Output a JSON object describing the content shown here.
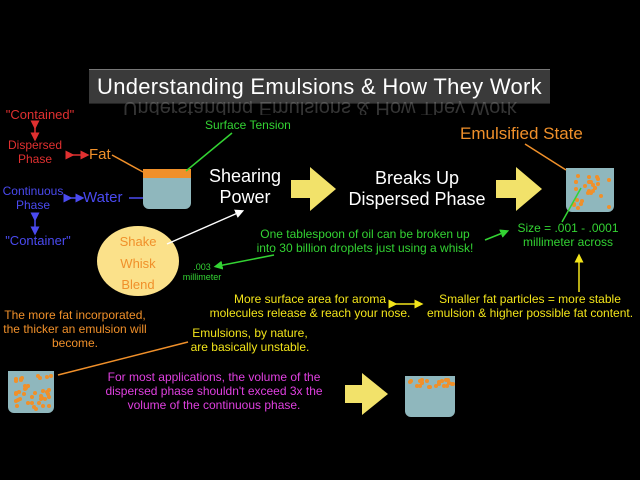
{
  "title": "Understanding Emulsions & How They Work",
  "labels": {
    "contained": "\"Contained\"",
    "dispersed_phase": "Dispersed\nPhase",
    "fat": "Fat",
    "continuous_phase": "Continuous\nPhase",
    "water": "Water",
    "container": "\"Container\"",
    "surface_tension": "Surface Tension",
    "shearing_power": "Shearing\nPower",
    "breaks_up": "Breaks Up\nDispersed Phase",
    "emulsified_state": "Emulsified State",
    "shake": "Shake",
    "whisk": "Whisk",
    "blend": "Blend",
    "tablespoon_note": "One tablespoon of oil can be broken up\ninto 30 billion droplets just using a whisk!",
    "size_note": "Size = .001 - .0001\nmillimeter across",
    "millimeter_003": ".003\nmillimeter",
    "surface_area_note": "More surface area for aroma\nmolecules release & reach your nose.",
    "smaller_particles_note": "Smaller fat particles = more stable\nemulsion & higher possible fat content.",
    "more_fat_note": "The more fat incorporated,\nthe thicker an emulsion will\nbecome.",
    "unstable_note": "Emulsions, by nature,\nare basically unstable.",
    "volume_note": "For most applications, the volume of the\ndispersed phase shouldn't exceed 3x the\nvolume of the continuous phase."
  },
  "colors": {
    "background": "#000000",
    "fat_orange": "#f0902a",
    "water_blue": "#8fb7bd",
    "arrow_yellow": "#f2e26a",
    "blend_circle": "#fbe18a",
    "label_red": "#e03030",
    "label_blue": "#4a4af0",
    "note_green": "#33d333",
    "note_yellow": "#f2e41a",
    "note_magenta": "#e040e0"
  },
  "icons": [
    "arrow-right-icon",
    "double-arrow-icon",
    "beaker-icon"
  ]
}
